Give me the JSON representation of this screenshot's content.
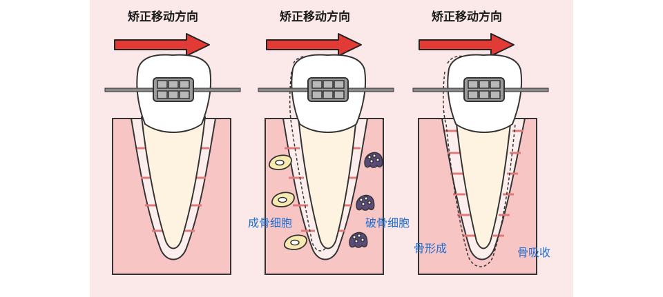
{
  "panels": [
    {
      "title": "矫正移动方向"
    },
    {
      "title": "矫正移动方向",
      "left_label": "成骨细胞",
      "right_label": "破骨细胞"
    },
    {
      "title": "矫正移动方向",
      "left_label": "骨形成",
      "right_label": "骨吸收"
    }
  ],
  "colors": {
    "background_panel": "#fbe8e8",
    "gum": "#f7c6c4",
    "ligament": "#fdeeee",
    "fiber": "#e07a7a",
    "tooth": "#fdf3e0",
    "crown": "#ffffff",
    "arrow": "#e23b36",
    "bracket": "#9a9a9a",
    "osteoblast": "#f6eab0",
    "osteoclast": "#5a4a7a",
    "label": "#1f6fd1"
  }
}
